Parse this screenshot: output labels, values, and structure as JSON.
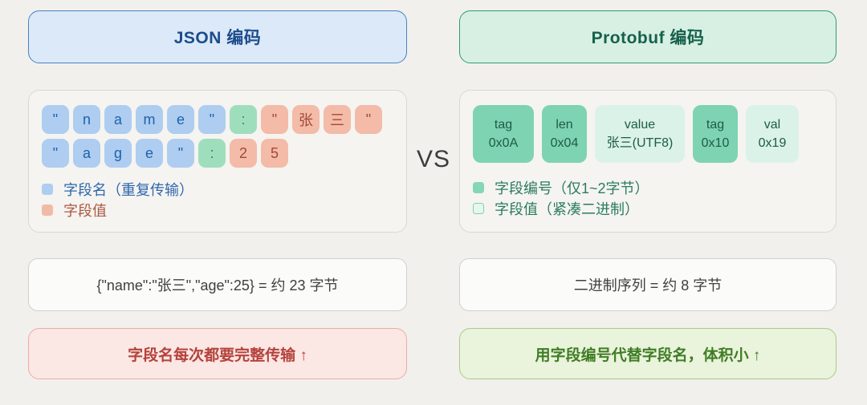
{
  "vs_label": "VS",
  "left": {
    "header": "JSON 编码",
    "rows": [
      {
        "cells": [
          {
            "text": "\"",
            "type": "name"
          },
          {
            "text": "n",
            "type": "name"
          },
          {
            "text": "a",
            "type": "name"
          },
          {
            "text": "m",
            "type": "name"
          },
          {
            "text": "e",
            "type": "name"
          },
          {
            "text": "\"",
            "type": "name"
          },
          {
            "text": ":",
            "type": "sep"
          },
          {
            "text": "\"",
            "type": "value"
          },
          {
            "text": "张",
            "type": "value"
          },
          {
            "text": "三",
            "type": "value"
          },
          {
            "text": "\"",
            "type": "value"
          }
        ]
      },
      {
        "cells": [
          {
            "text": "\"",
            "type": "name"
          },
          {
            "text": "a",
            "type": "name"
          },
          {
            "text": "g",
            "type": "name"
          },
          {
            "text": "e",
            "type": "name"
          },
          {
            "text": "\"",
            "type": "name"
          },
          {
            "text": ":",
            "type": "sep"
          },
          {
            "text": "2",
            "type": "value"
          },
          {
            "text": "5",
            "type": "value"
          }
        ]
      }
    ],
    "legend": [
      {
        "label": "字段名（重复传输）",
        "swatch": "name",
        "label_style": "name"
      },
      {
        "label": "字段值",
        "swatch": "value",
        "label_style": "value"
      }
    ],
    "bytes": "{\"name\":\"张三\",\"age\":25} = 约 23 字节",
    "note": "字段名每次都要完整传输 ↑"
  },
  "right": {
    "header": "Protobuf 编码",
    "boxes": [
      {
        "label": "tag",
        "value": "0x0A",
        "style": "dark"
      },
      {
        "label": "len",
        "value": "0x04",
        "style": "dark"
      },
      {
        "label": "value",
        "value": "张三(UTF8)",
        "style": "light"
      },
      {
        "label": "tag",
        "value": "0x10",
        "style": "dark"
      },
      {
        "label": "val",
        "value": "0x19",
        "style": "light"
      }
    ],
    "legend": [
      {
        "label": "字段编号（仅1~2字节）",
        "swatch": "dark",
        "label_style": "pb"
      },
      {
        "label": "字段值（紧凑二进制）",
        "swatch": "light",
        "label_style": "pb"
      }
    ],
    "bytes": "二进制序列 = 约 8 字节",
    "note": "用字段编号代替字段名，体积小 ↑"
  },
  "colors": {
    "json_header_bg": "#dbe9f8",
    "json_header_border": "#4a80c4",
    "json_header_text": "#1d4c8c",
    "protobuf_header_bg": "#d8f0e4",
    "protobuf_header_border": "#2f9b74",
    "protobuf_header_text": "#17614b",
    "field_name_cell": "#aecdf0",
    "separator_cell": "#9fdebc",
    "field_value_cell": "#f3bba8",
    "pb_tag_box": "#7ed3b2",
    "pb_value_box": "#dbf2e9",
    "note_red_bg": "#fbe7e4",
    "note_red_text": "#b5423c",
    "note_green_bg": "#eaf3db",
    "note_green_text": "#3f7d25",
    "page_bg": "#f1f0ed"
  }
}
